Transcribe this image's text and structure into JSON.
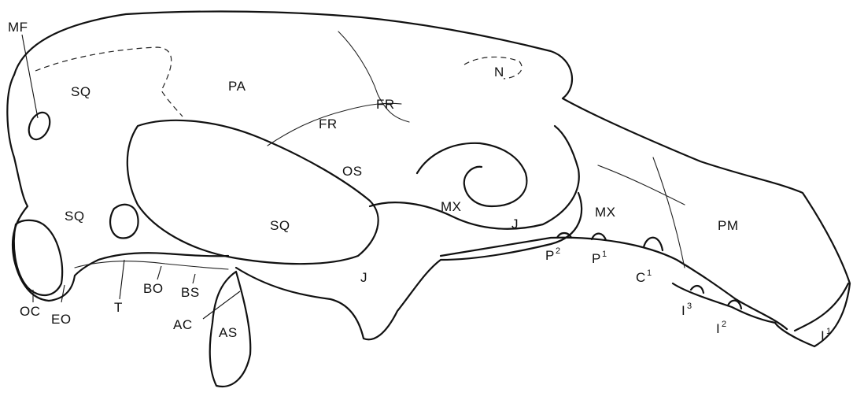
{
  "labels": {
    "MF": "MF",
    "SQ_upper": "SQ",
    "PA": "PA",
    "FR_upper": "FR",
    "N": "N",
    "FR_lower": "FR",
    "OS": "OS",
    "SQ_arch": "SQ",
    "SQ_lower": "SQ",
    "MX_orbit": "MX",
    "J_upper": "J",
    "MX_face": "MX",
    "PM": "PM",
    "J_lower": "J",
    "P2": "P",
    "P2_sup": "2",
    "P1": "P",
    "P1_sup": "1",
    "C1": "C",
    "C1_sup": "1",
    "I3": "I",
    "I3_sup": "3",
    "I2": "I",
    "I2_sup": "2",
    "I1": "I",
    "I1_sup": "1",
    "OC": "OC",
    "EO": "EO",
    "T": "T",
    "BO": "BO",
    "BS": "BS",
    "AC": "AC",
    "AS": "AS"
  }
}
